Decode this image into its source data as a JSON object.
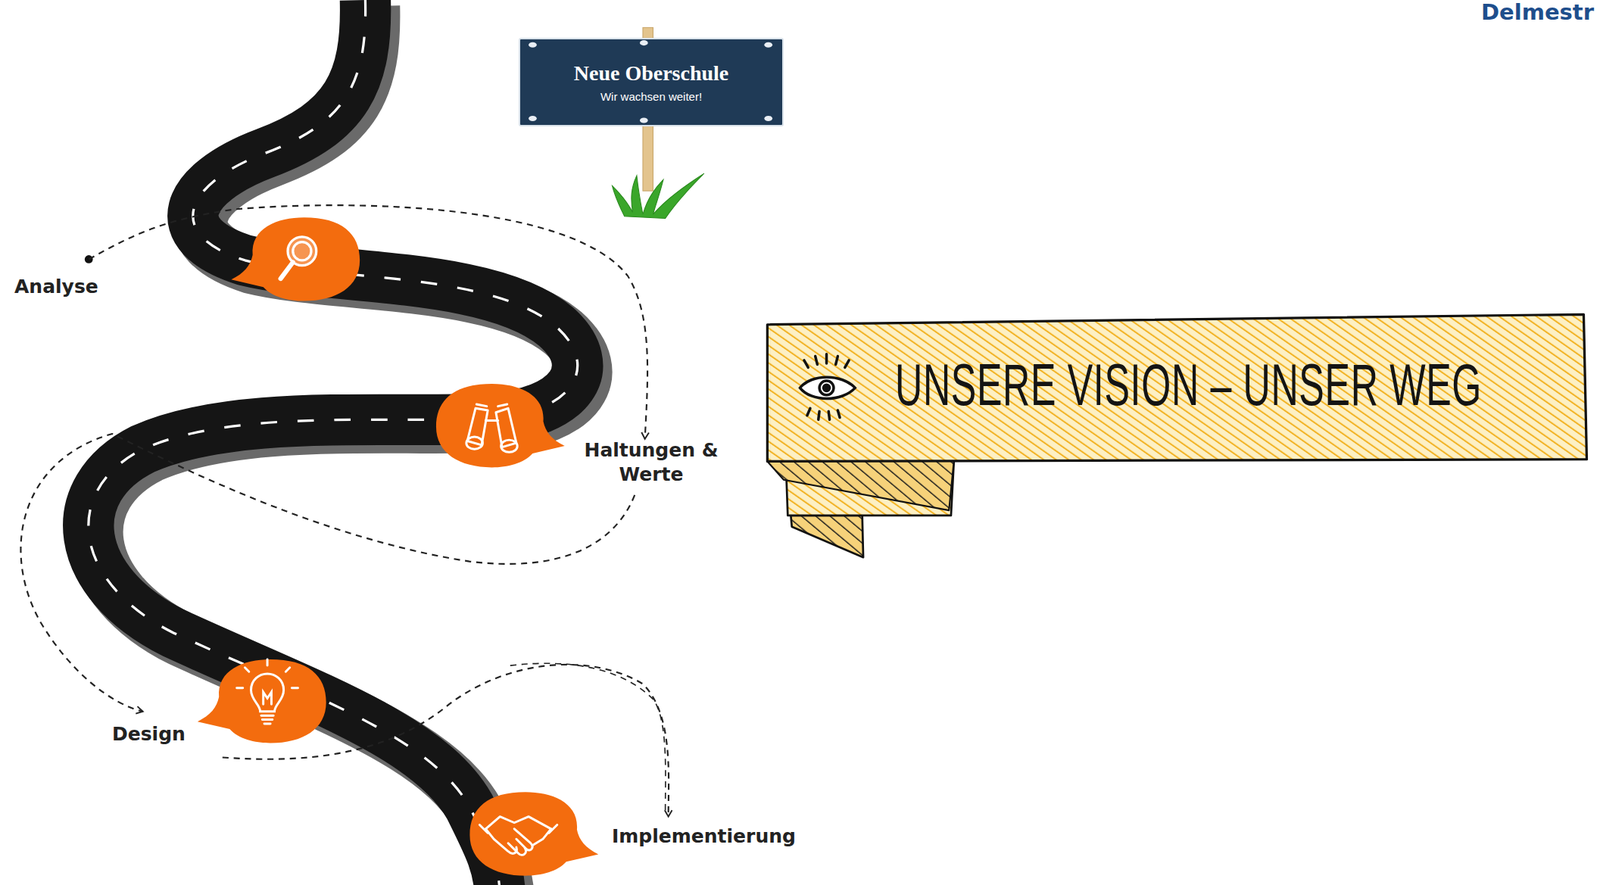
{
  "diagram": {
    "title": "UNSERE VISION – UNSER WEG",
    "nodes": [
      {
        "text": [
          "Neue Oberschule",
          "Wir wachsen weiter!"
        ]
      }
    ],
    "labels": [
      "Delmestr",
      "Analyse",
      "Haltungen & Werte",
      "Design",
      "Implementierung"
    ]
  }
}
